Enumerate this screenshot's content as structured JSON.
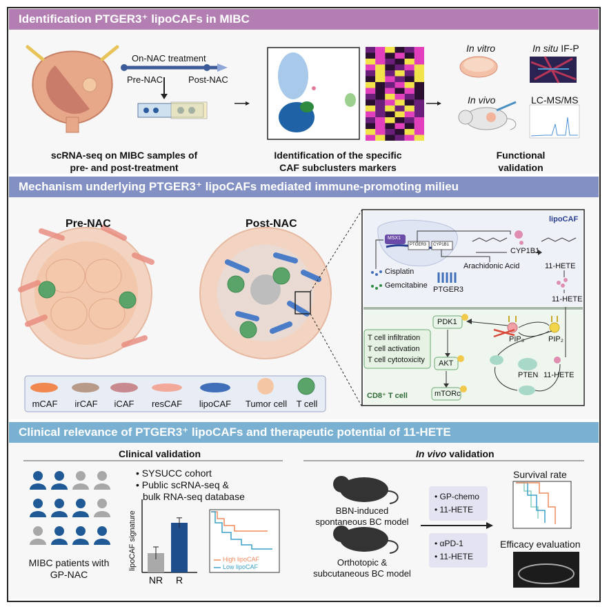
{
  "section1": {
    "title": "Identification PTGER3⁺ lipoCAFs in MIBC",
    "treatment_label": "On-NAC treatment",
    "pre_label": "Pre-NAC",
    "post_label": "Post-NAC",
    "caption_left_1": "scRNA-seq on MIBC samples of",
    "caption_left_2": "pre- and post-treatment",
    "caption_mid_1": "Identification of the specific",
    "caption_mid_2": "CAF subclusters markers",
    "in_vitro": "In vitro",
    "in_situ_italic": "In situ",
    "in_situ_rest": " IF-P",
    "in_vivo": "In vivo",
    "lcms": "LC-MS/MS",
    "functional_1": "Functional",
    "functional_2": "validation"
  },
  "section2": {
    "title": "Mechanism underlying PTGER3⁺ lipoCAFs mediated immune-promoting milieu",
    "pre_nac": "Pre-NAC",
    "post_nac": "Post-NAC",
    "legend": [
      "mCAF",
      "irCAF",
      "iCAF",
      "resCAF",
      "lipoCAF",
      "Tumor cell",
      "T cell"
    ],
    "mechanism": {
      "lipocaf": "lipoCAF",
      "msx1": "MSX1",
      "ptger3_gene": "PTGER3",
      "cyp1b1_gene": "CYP1B1",
      "cyp1b1": "CYP1B1",
      "arachidonic": "Arachidonic Acid",
      "hete_top": "11-HETE",
      "cisplatin": "Cisplatin",
      "gemcitabine": "Gemcitabine",
      "ptger3": "PTGER3",
      "hete_mid": "11-HETE",
      "pdk1": "PDK1",
      "pip3": "PIP₃",
      "pip2": "PIP₂",
      "akt": "AKT",
      "pten": "PTEN",
      "hete_low": "11-HETE",
      "mtorc": "mTORc",
      "cd8": "CD8⁺ T cell",
      "t_effects": [
        "T cell infiltration",
        "T cell activation",
        "T cell cytotoxicity"
      ]
    }
  },
  "section3": {
    "title": "Clinical relevance of PTGER3⁺ lipoCAFs and therapeutic potential of 11-HETE",
    "clinical_validation": "Clinical validation",
    "bullets": [
      "SYSUCC cohort",
      "Public scRNA-seq &",
      "bulk RNA-seq database"
    ],
    "patients_1": "MIBC patients with",
    "patients_2": "GP-NAC",
    "bar_ylabel": "lipoCAF signature",
    "km_high": "High lipoCAF",
    "km_low": "Low lipoCAF",
    "in_vivo_validation_italic": "In vivo",
    "in_vivo_validation_rest": " validation",
    "model1_1": "BBN-induced",
    "model1_2": "spontaneous BC model",
    "model2_1": "Orthotopic &",
    "model2_2": "subcutaneous BC model",
    "treat1": [
      "GP-chemo",
      "11-HETE"
    ],
    "treat2": [
      "αPD-1",
      "11-HETE"
    ],
    "survival": "Survival rate",
    "efficacy": "Efficacy evaluation"
  },
  "chart_data": {
    "type": "bar",
    "categories": [
      "NR",
      "R"
    ],
    "values": [
      0.28,
      0.72
    ],
    "ylabel": "lipoCAF signature",
    "ylim": [
      0,
      1
    ],
    "colors": [
      "#a9a9a9",
      "#1f4e8c"
    ]
  },
  "colors": {
    "banner1": "#b37fb3",
    "banner2": "#8290c4",
    "banner3": "#7ab0d2",
    "blue_person": "#1f5a96",
    "gray_person": "#a8a8a8",
    "high_line": "#f08a5d",
    "low_line": "#3aa0c8"
  }
}
